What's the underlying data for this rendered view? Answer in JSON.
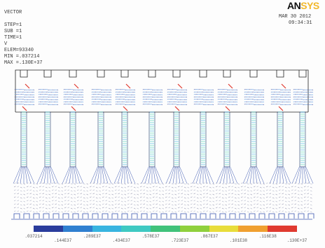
{
  "header": {
    "plot_type": "VECTOR",
    "step": "STEP=1",
    "sub": "SUB =1",
    "time": "TIME=1",
    "variable": "V",
    "elem": "ELEM=93340",
    "min": "MIN =.037214",
    "max": "MAX =.130E+37",
    "date": "MAR 30 2012",
    "clock": "09:34:31",
    "logo_main": "AN",
    "logo_accent": "SYS"
  },
  "legend": {
    "colors": [
      "#2a3c9c",
      "#2f7fd0",
      "#38b4e0",
      "#3ec9c2",
      "#40c27a",
      "#8fd03c",
      "#e8dd3a",
      "#f0a030",
      "#e03a30"
    ],
    "values": [
      ".037214",
      ".144E37",
      ".289E37",
      ".434E37",
      ".578E37",
      ".723E37",
      ".867E37",
      ".101E38",
      ".116E38",
      ".130E+37"
    ]
  }
}
